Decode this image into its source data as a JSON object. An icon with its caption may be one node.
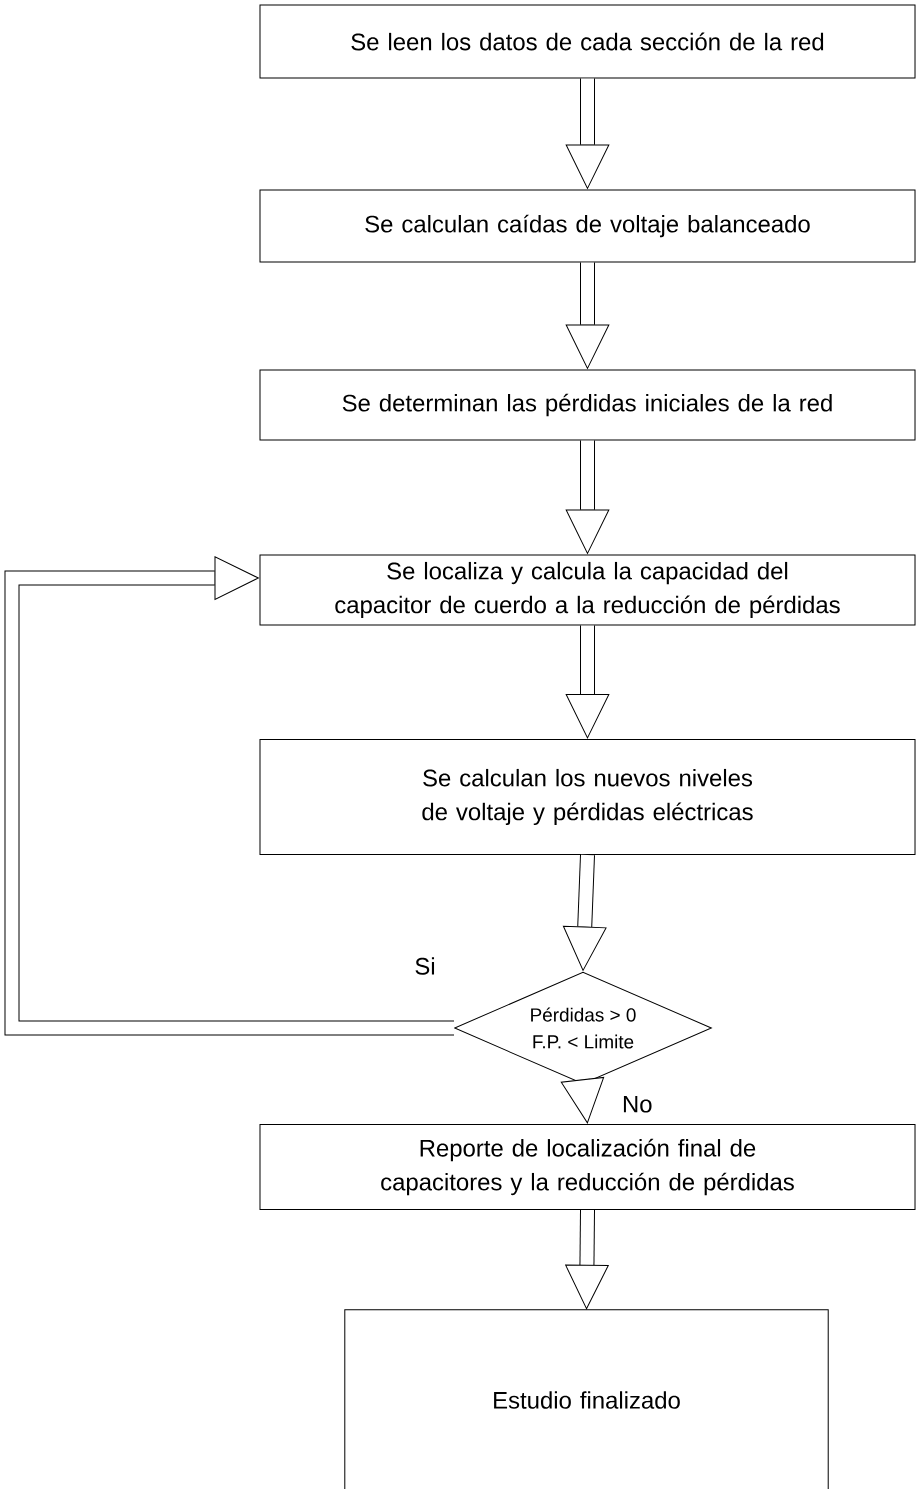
{
  "diagram": {
    "nodes": [
      {
        "text": [
          "Se leen los datos de cada sección de la red"
        ]
      },
      {
        "text": [
          "Se calculan caídas de voltaje balanceado"
        ]
      },
      {
        "text": [
          "Se determinan las pérdidas iniciales de la red"
        ]
      },
      {
        "text": [
          "Se localiza y calcula la capacidad del capacitor de cuerdo a la reducción de pérdidas"
        ]
      },
      {
        "text": [
          "Se calculan los nuevos niveles de voltaje y pérdidas eléctricas"
        ]
      },
      {
        "text": [
          "Pérdidas > 0",
          "F.P. < Limite"
        ]
      },
      {
        "text": [
          "Reporte de localización final de capacitores y la reducción de pérdidas"
        ]
      },
      {
        "text": [
          "Estudio finalizado"
        ]
      }
    ],
    "edges": [
      {
        "from": 0,
        "to": 1,
        "arrow": "to"
      },
      {
        "from": 1,
        "to": 2,
        "arrow": "to"
      },
      {
        "from": 2,
        "to": 3,
        "arrow": "to"
      },
      {
        "from": 3,
        "to": 4,
        "arrow": "to"
      },
      {
        "from": 4,
        "to": 5,
        "arrow": "to"
      },
      {
        "from": 5,
        "to": 3,
        "arrow": "to",
        "label": "Si"
      },
      {
        "from": 5,
        "to": 6,
        "arrow": "to",
        "label": "No"
      },
      {
        "from": 6,
        "to": 7,
        "arrow": "to"
      }
    ]
  }
}
